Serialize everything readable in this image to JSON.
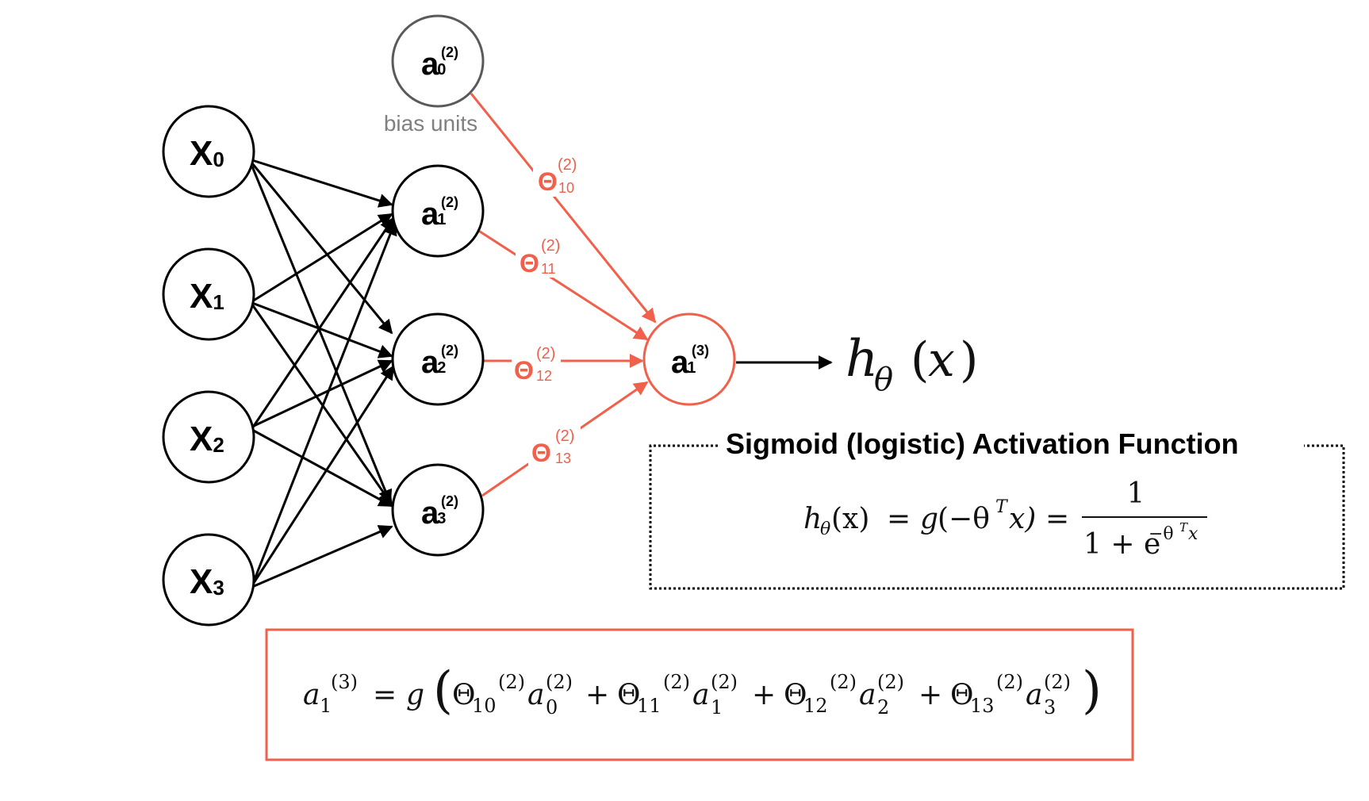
{
  "colors": {
    "highlight": "#f0604a",
    "bias_stroke": "#5a5a5a",
    "bias_label": "#808080",
    "ink": "#000000"
  },
  "nodes": {
    "x0": {
      "base": "X",
      "sub": "0"
    },
    "x1": {
      "base": "X",
      "sub": "1"
    },
    "x2": {
      "base": "X",
      "sub": "2"
    },
    "x3": {
      "base": "X",
      "sub": "3"
    },
    "a0": {
      "base": "a",
      "sub": "0",
      "sup": "(2)"
    },
    "a1": {
      "base": "a",
      "sub": "1",
      "sup": "(2)"
    },
    "a2": {
      "base": "a",
      "sub": "2",
      "sup": "(2)"
    },
    "a3": {
      "base": "a",
      "sub": "3",
      "sup": "(2)"
    },
    "out": {
      "base": "a",
      "sub": "1",
      "sup": "(3)"
    }
  },
  "bias_label": "bias units",
  "weights": {
    "w10": {
      "base": "Θ",
      "sub": "10",
      "sup": "(2)"
    },
    "w11": {
      "base": "Θ",
      "sub": "11",
      "sup": "(2)"
    },
    "w12": {
      "base": "Θ",
      "sub": "12",
      "sup": "(2)"
    },
    "w13": {
      "base": "Θ",
      "sub": "13",
      "sup": "(2)"
    }
  },
  "output": {
    "h": "h",
    "theta": "θ",
    "lparen": "(",
    "x": "x",
    "rparen": ")"
  },
  "sigmoid_box": {
    "title": "Sigmoid (logistic) Activation Function",
    "lhs": "h",
    "lhs_sub": "θ",
    "lhs_arg": "(x)",
    "eq1": "=",
    "g": "g",
    "g_arg_open": "(−θ",
    "g_sup": "T",
    "g_arg_close": "x)",
    "eq2": "=",
    "numerator": "1",
    "denominator_base": "1 + e",
    "denominator_exp": "−θ",
    "denominator_exp_sup": "T",
    "denominator_exp_x": "x"
  },
  "activation_formula": {
    "lhs": "a",
    "lhs_sub": "1",
    "lhs_sup": "(3)",
    "eq": "=",
    "g": "g",
    "lparen": "(",
    "rparen": ")",
    "plus": "+",
    "terms": [
      {
        "theta": "Θ",
        "theta_sub": "10",
        "theta_sup": "(2)",
        "a": "a",
        "a_sub": "0",
        "a_sup": "(2)"
      },
      {
        "theta": "Θ",
        "theta_sub": "11",
        "theta_sup": "(2)",
        "a": "a",
        "a_sub": "1",
        "a_sup": "(2)"
      },
      {
        "theta": "Θ",
        "theta_sub": "12",
        "theta_sup": "(2)",
        "a": "a",
        "a_sub": "2",
        "a_sup": "(2)"
      },
      {
        "theta": "Θ",
        "theta_sub": "13",
        "theta_sup": "(2)",
        "a": "a",
        "a_sub": "3",
        "a_sup": "(2)"
      }
    ]
  }
}
